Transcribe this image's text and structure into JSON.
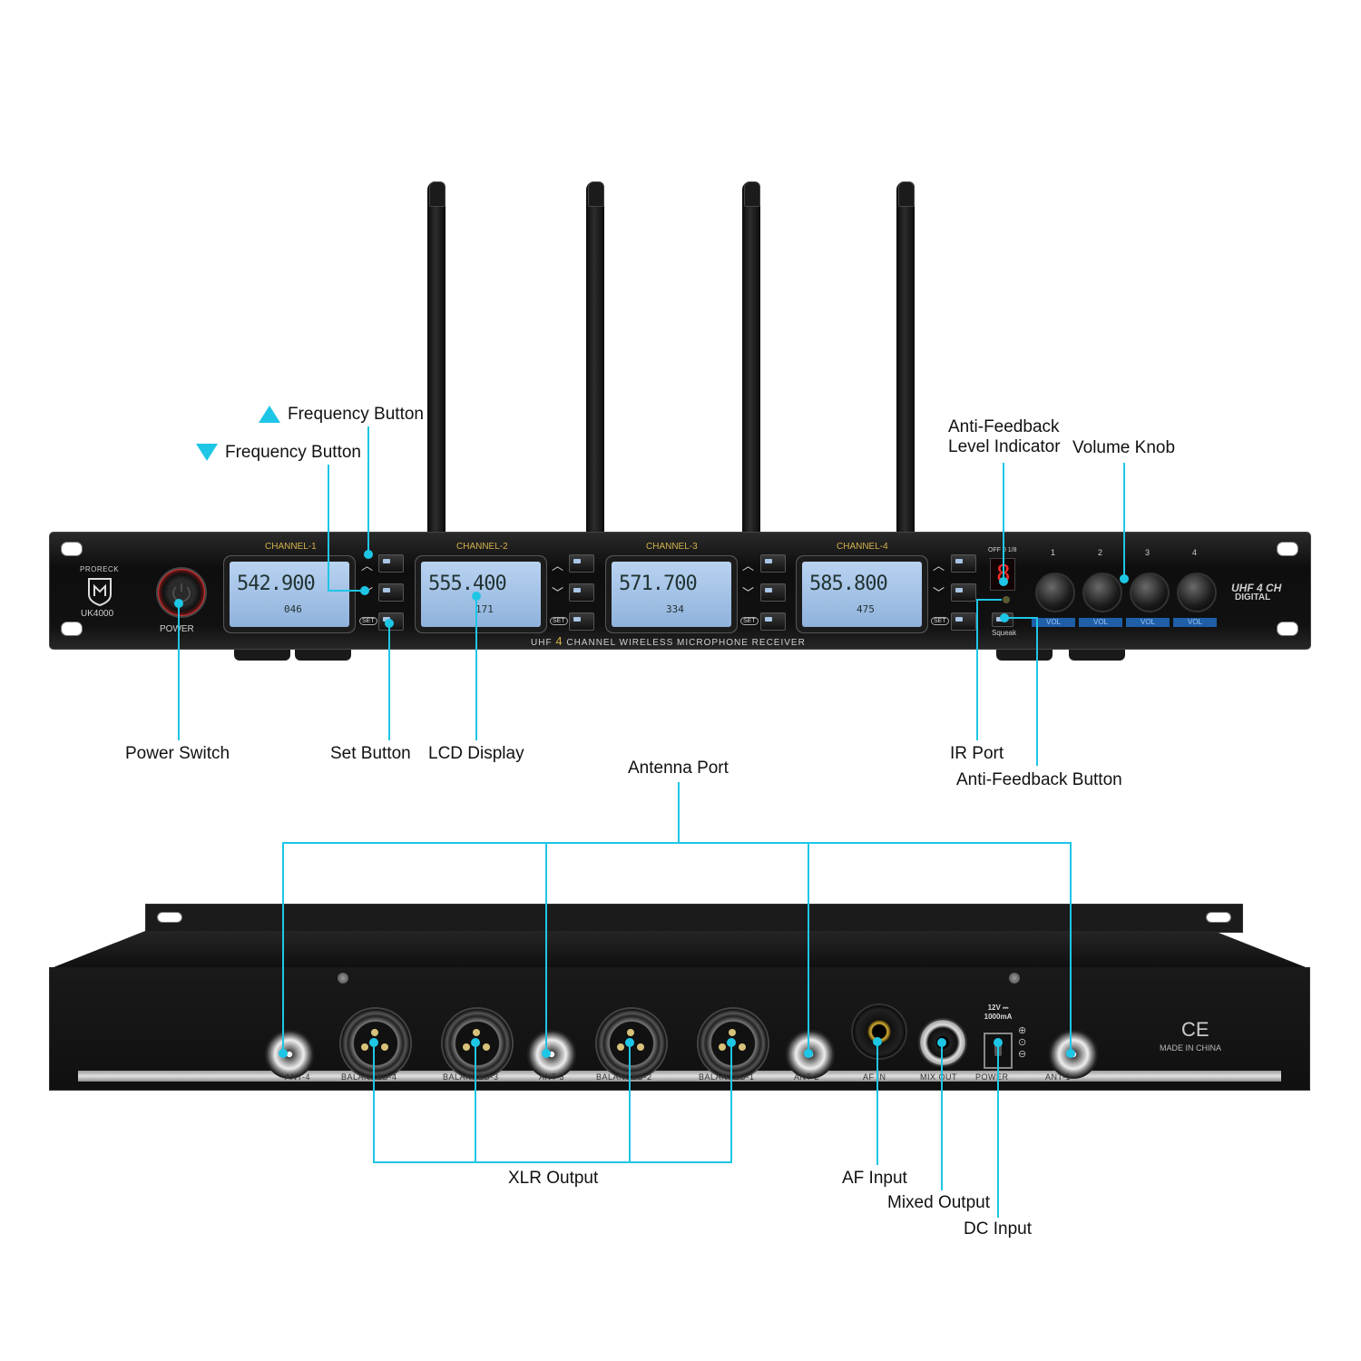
{
  "device": {
    "brand": "PRORECK",
    "model": "UK4000",
    "power_label": "POWER",
    "subtitle_uhf": "UHF",
    "subtitle_num": "4",
    "subtitle_rest": "CHANNEL  WIRELESS MICROPHONE RECEIVER",
    "badge_line1": "UHF 4 CH",
    "badge_line2": "DIGITAL",
    "ir_label": "OFF 0 1/8",
    "squeak_label": "Squeak",
    "set_mark": "SET",
    "vol_label": "VOL"
  },
  "channels": [
    {
      "name": "CHANNEL-1",
      "freq": "542.900",
      "sub": "046"
    },
    {
      "name": "CHANNEL-2",
      "freq": "555.400",
      "sub": "171"
    },
    {
      "name": "CHANNEL-3",
      "freq": "571.700",
      "sub": "334"
    },
    {
      "name": "CHANNEL-4",
      "freq": "585.800",
      "sub": "475"
    }
  ],
  "knobs": [
    "1",
    "2",
    "3",
    "4"
  ],
  "rear": {
    "labels": [
      "ANT-4",
      "BALANCED-4",
      "BALANCED-3",
      "ANT-3",
      "BALANCED-2",
      "BALANCED-1",
      "ANT-2",
      "AF IN",
      "MIX OUT",
      "POWER",
      "ANT-1"
    ],
    "power_rating": "12V ⎓ 1000mA",
    "ce": "CE",
    "made_in": "MADE IN CHINA"
  },
  "callouts": {
    "freq_up": "Frequency Button",
    "freq_down": "Frequency Button",
    "anti_feedback_level_1": "Anti-Feedback",
    "anti_feedback_level_2": "Level Indicator",
    "volume_knob": "Volume Knob",
    "power_switch": "Power Switch",
    "set_button": "Set Button",
    "lcd_display": "LCD Display",
    "ir_port": "IR Port",
    "anti_feedback_button": "Anti-Feedback Button",
    "antenna_port": "Antenna Port",
    "xlr_output": "XLR Output",
    "af_input": "AF Input",
    "mixed_output": "Mixed Output",
    "dc_input": "DC Input"
  },
  "colors": {
    "leader": "#1ec6e6",
    "lcd": "#a8c6ea",
    "channel_label": "#d2b24c",
    "vol_bar": "#1e5fa8"
  },
  "icons": [
    "triangle-up-icon",
    "triangle-down-icon",
    "power-icon",
    "shield-logo-icon",
    "ce-mark-icon"
  ]
}
